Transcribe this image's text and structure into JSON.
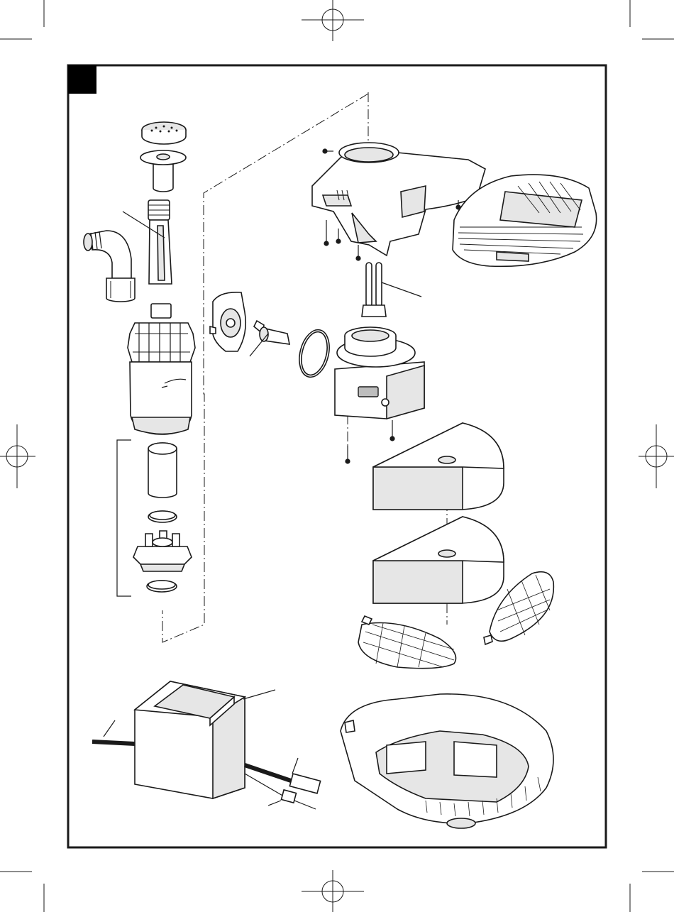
{
  "page": {
    "figure_tag": "",
    "colors": {
      "ink": "#1a1a1a",
      "paper": "#ffffff",
      "tag_fill": "#000000",
      "shade": "#e6e6e6"
    }
  },
  "parts": [
    {
      "id": "fountain-head",
      "icon": "fountain-nozzle"
    },
    {
      "id": "spray-disc",
      "icon": "spray-disc"
    },
    {
      "id": "riser-tube",
      "icon": "threaded-tube"
    },
    {
      "id": "elbow-connector",
      "icon": "hose-elbow"
    },
    {
      "id": "uv-housing",
      "icon": "uv-clarifier-body"
    },
    {
      "id": "quartz-sleeve",
      "icon": "quartz-glass"
    },
    {
      "id": "o-ring-upper",
      "icon": "o-ring"
    },
    {
      "id": "lamp-socket",
      "icon": "lamp-socket"
    },
    {
      "id": "o-ring-lower",
      "icon": "o-ring"
    },
    {
      "id": "impeller-cover",
      "icon": "impeller-cover"
    },
    {
      "id": "impeller",
      "icon": "impeller"
    },
    {
      "id": "gasket-ring",
      "icon": "gasket"
    },
    {
      "id": "top-housing",
      "icon": "filter-lid"
    },
    {
      "id": "grille-cover",
      "icon": "grille-cover"
    },
    {
      "id": "uv-lamp",
      "icon": "uv-bulb"
    },
    {
      "id": "pump-motor",
      "icon": "pump-motor"
    },
    {
      "id": "filter-sponge-upper",
      "icon": "foam-sponge"
    },
    {
      "id": "filter-sponge-lower",
      "icon": "foam-sponge"
    },
    {
      "id": "media-bag-right",
      "icon": "bio-media-bag"
    },
    {
      "id": "media-bag-left",
      "icon": "bio-media-bag"
    },
    {
      "id": "transformer",
      "icon": "transformer"
    },
    {
      "id": "base-tray",
      "icon": "filter-base"
    }
  ]
}
